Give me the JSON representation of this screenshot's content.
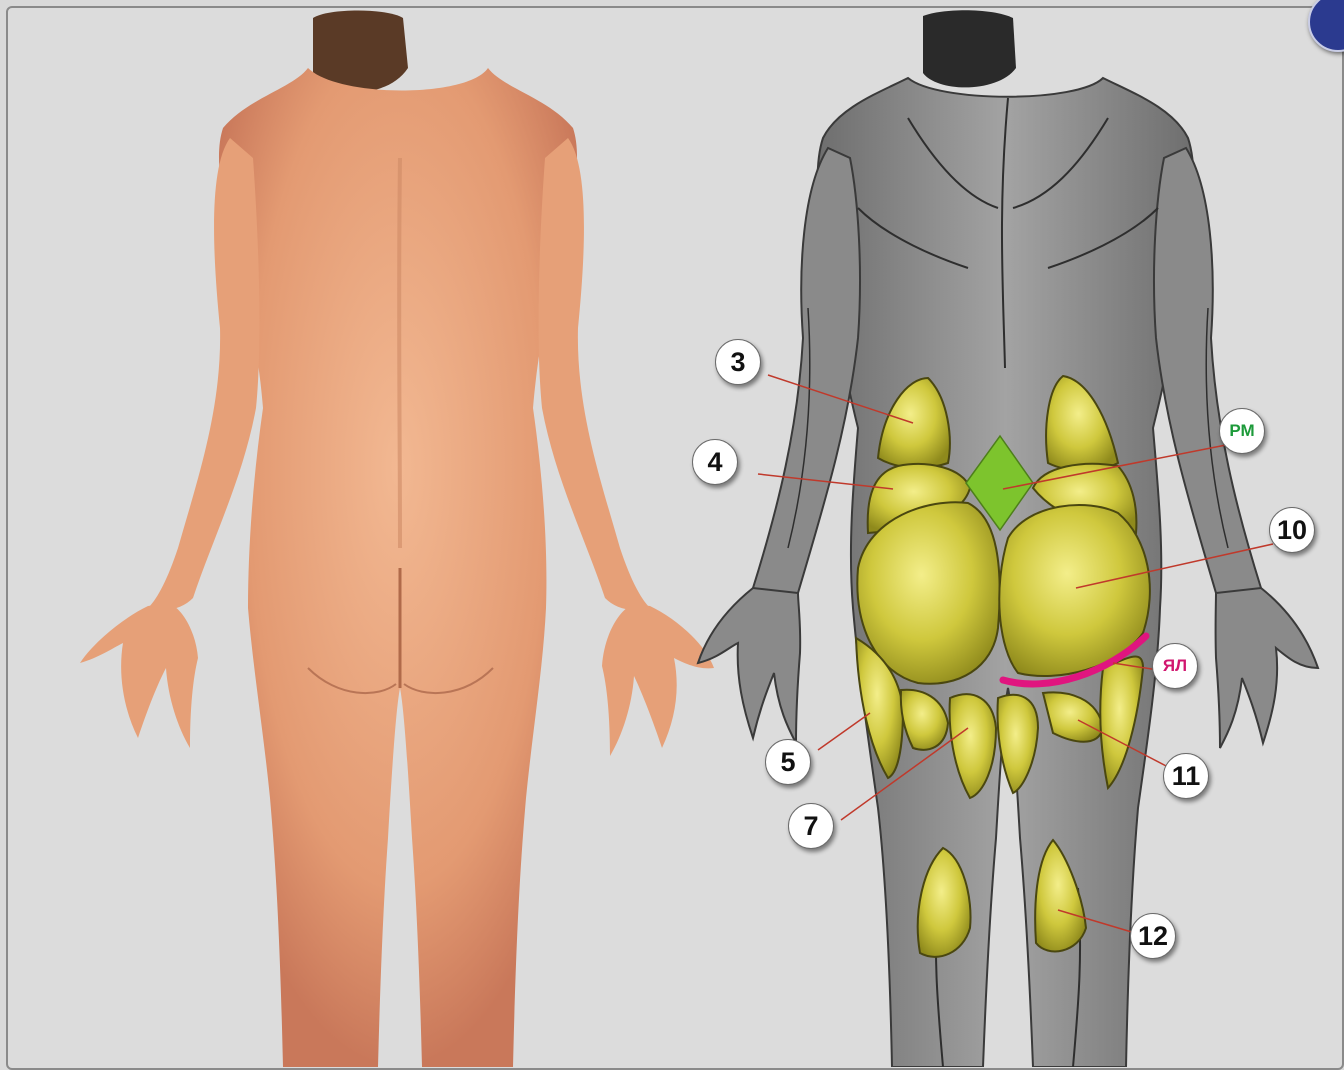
{
  "callouts": {
    "c3": "3",
    "c4": "4",
    "c5": "5",
    "c7": "7",
    "c10": "10",
    "c11": "11",
    "c12": "12",
    "rm": "РМ",
    "yal": "ЯЛ"
  },
  "colors": {
    "skin": "#e9a47c",
    "muscle_gray": "#8d8d8d",
    "fat_pad": "#c9c33a",
    "rm_diamond": "#7dc42d",
    "rm_label": "#1d9a3a",
    "yal_line": "#e0157f",
    "leader_line": "#c0392b",
    "nav_button": "#2b3a8f"
  },
  "icons": [
    "nav-circle-icon"
  ]
}
